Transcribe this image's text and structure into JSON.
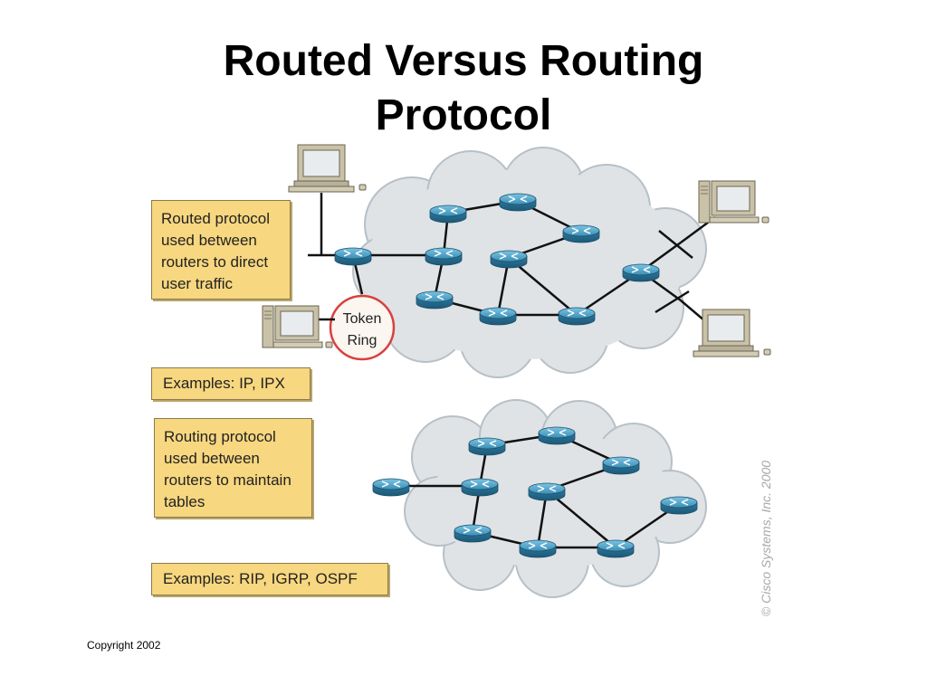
{
  "title": {
    "line1": "Routed Versus Routing",
    "line2": "Protocol"
  },
  "routed_callout": {
    "lines": [
      "Routed protocol",
      "used between",
      "routers to direct",
      "user traffic"
    ]
  },
  "routed_examples": "Examples: IP, IPX",
  "routing_callout": {
    "lines": [
      "Routing protocol",
      "used between",
      "routers to maintain",
      "tables"
    ]
  },
  "routing_examples": "Examples: RIP, IGRP, OSPF",
  "token_ring": {
    "line1": "Token",
    "line2": "Ring"
  },
  "credit": "© Cisco Systems, Inc. 2000",
  "copyright": "Copyright 2002",
  "colors": {
    "callout_fill": "#f7d77f",
    "cloud_fill": "#dfe3e6",
    "router_body": "#3a8fb5",
    "token_ring_border": "#d94040",
    "computer_body": "#c9c2a8"
  },
  "icons": [
    "router-icon",
    "desktop-computer-icon",
    "cloud-icon",
    "token-ring-icon"
  ]
}
